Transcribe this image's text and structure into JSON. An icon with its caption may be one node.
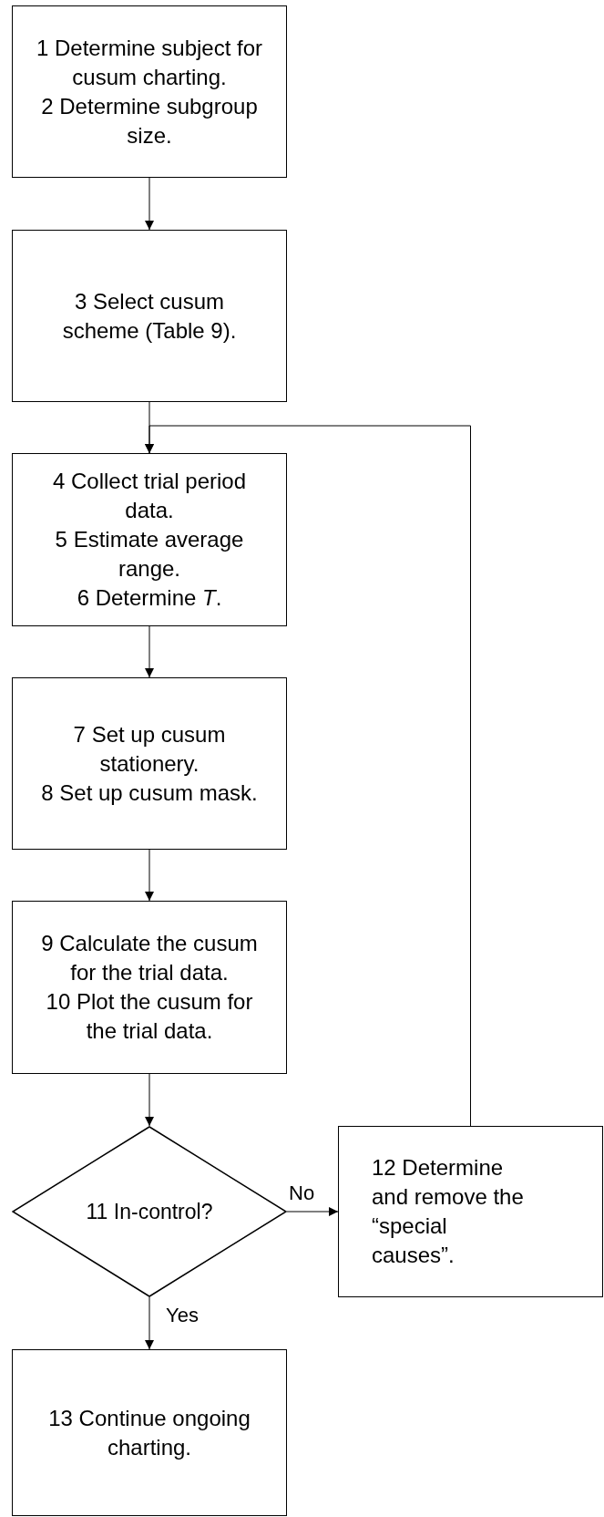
{
  "diagram": {
    "nodes": [
      {
        "text": [
          "1 Determine subject for cusum charting.",
          "2 Determine subgroup size."
        ]
      },
      {
        "text": [
          "3 Select cusum scheme (Table 9)."
        ]
      },
      {
        "text": [
          "4 Collect trial period data.",
          "5 Estimate average range.",
          "6 Determine *T*."
        ]
      },
      {
        "text": [
          "7 Set up cusum stationery.",
          "8 Set up cusum mask."
        ]
      },
      {
        "text": [
          "9 Calculate the cusum for the trial data.",
          "10 Plot the cusum for the trial data."
        ]
      },
      {
        "text": [
          "11 In-control?"
        ]
      },
      {
        "text": [
          "12 Determine and remove the “special causes”."
        ]
      },
      {
        "text": [
          "13 Continue ongoing charting."
        ]
      }
    ],
    "edges": [
      {
        "from": 0,
        "to": 1,
        "arrow": "to"
      },
      {
        "from": 1,
        "to": 2,
        "arrow": "to"
      },
      {
        "from": 2,
        "to": 3,
        "arrow": "to"
      },
      {
        "from": 3,
        "to": 4,
        "arrow": "to"
      },
      {
        "from": 4,
        "to": 5,
        "arrow": "to"
      },
      {
        "from": 5,
        "to": 6,
        "arrow": "to",
        "label": "No"
      },
      {
        "from": 5,
        "to": 7,
        "arrow": "to",
        "label": "Yes"
      },
      {
        "from": 6,
        "to": 2,
        "arrow": "to"
      }
    ]
  }
}
